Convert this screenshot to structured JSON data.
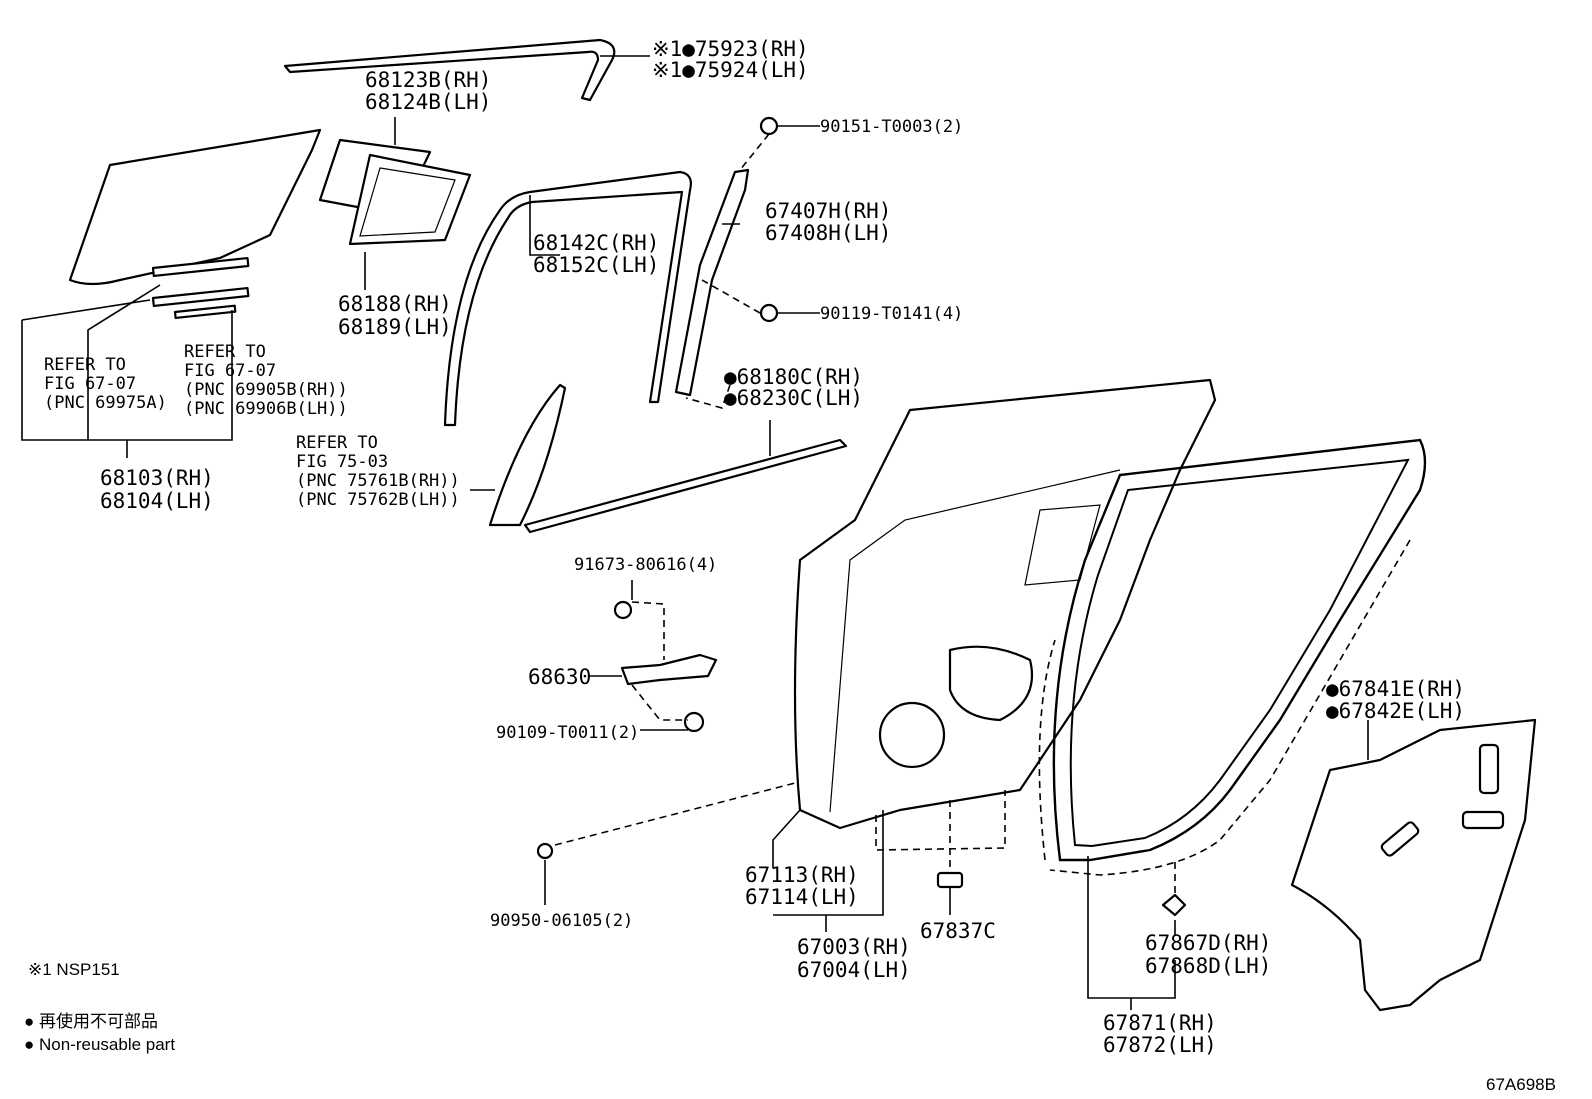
{
  "labels": {
    "p75923": "※1●75923(RH)",
    "p75924": "※1●75924(LH)",
    "p68123": "68123B(RH)",
    "p68124": "68124B(LH)",
    "p90151": "90151-T0003(2)",
    "p67407": "67407H(RH)",
    "p67408": "67408H(LH)",
    "p68142": "68142C(RH)",
    "p68152": "68152C(LH)",
    "p68188": "68188(RH)",
    "p68189": "68189(LH)",
    "p90119": "90119-T0141(4)",
    "p68180": "●68180C(RH)",
    "p68230": "●68230C(LH)",
    "ref1_l1": "REFER TO",
    "ref1_l2": "FIG 67-07",
    "ref1_l3": "(PNC 69975A)",
    "ref2_l1": "REFER TO",
    "ref2_l2": "FIG 67-07",
    "ref2_l3": "(PNC 69905B(RH))",
    "ref2_l4": "(PNC 69906B(LH))",
    "p68103": "68103(RH)",
    "p68104": "68104(LH)",
    "ref3_l1": "REFER TO",
    "ref3_l2": "FIG 75-03",
    "ref3_l3": "(PNC 75761B(RH))",
    "ref3_l4": "(PNC 75762B(LH))",
    "p91673": "91673-80616(4)",
    "p68630": "68630",
    "p90109": "90109-T0011(2)",
    "p67841": "●67841E(RH)",
    "p67842": "●67842E(LH)",
    "p90950": "90950-06105(2)",
    "p67113": "67113(RH)",
    "p67114": "67114(LH)",
    "p67003": "67003(RH)",
    "p67004": "67004(LH)",
    "p67837": "67837C",
    "p67867": "67867D(RH)",
    "p67868": "67868D(LH)",
    "p67871": "67871(RH)",
    "p67872": "67872(LH)"
  },
  "legend": {
    "note1": "※1 NSP151",
    "nonreuse_jp": "● 再使用不可部品",
    "nonreuse_en": "● Non-reusable part"
  },
  "diagram_id": "67A698B"
}
